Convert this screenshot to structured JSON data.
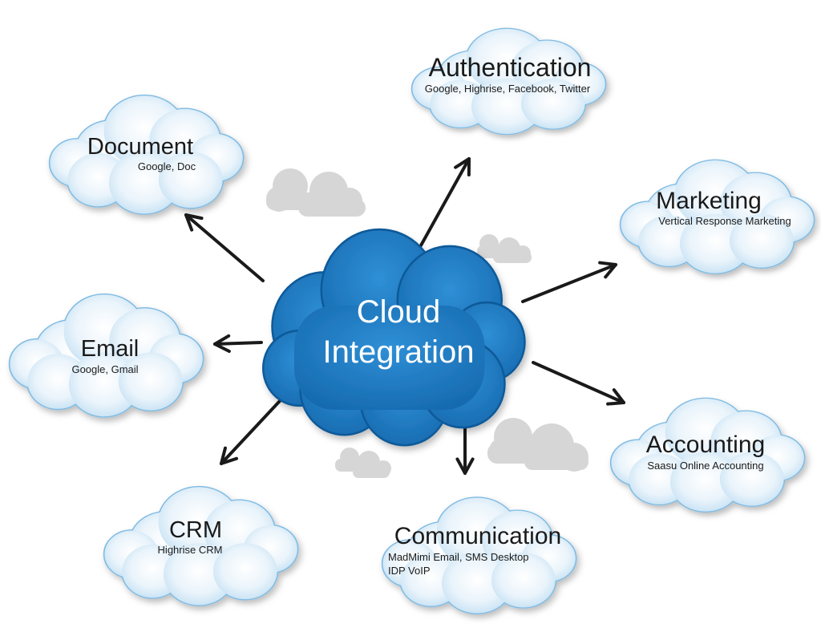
{
  "center": {
    "line1": "Cloud",
    "line2": "Integration",
    "fill": "#1b7bc4"
  },
  "nodes": {
    "authentication": {
      "title": "Authentication",
      "sub1": "Google, Highrise, Facebook, Twitter"
    },
    "document": {
      "title": "Document",
      "sub1": "Google, Doc"
    },
    "marketing": {
      "title": "Marketing",
      "sub1": "Vertical Response Marketing"
    },
    "email": {
      "title": "Email",
      "sub1": "Google, Gmail"
    },
    "accounting": {
      "title": "Accounting",
      "sub1": "Saasu Online Accounting"
    },
    "crm": {
      "title": "CRM",
      "sub1": "Highrise CRM"
    },
    "communication": {
      "title": "Communication",
      "sub1": "MadMimi Email, SMS Desktop",
      "sub2": "IDP VoIP"
    }
  },
  "colors": {
    "node_fill_top": "#f4f9fd",
    "node_fill_bottom": "#cfe6f6",
    "node_stroke": "#7fbbe3",
    "decor_cloud": "#d6d6d6",
    "arrow": "#1a1a1a"
  }
}
